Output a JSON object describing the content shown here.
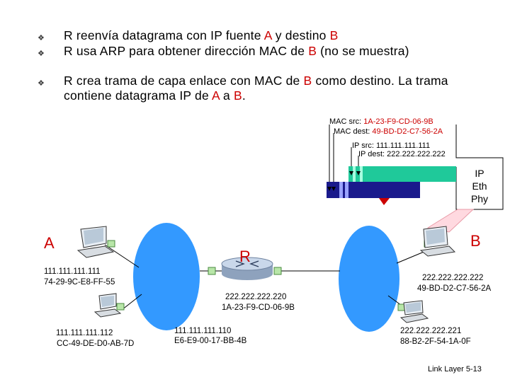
{
  "bullets": [
    {
      "icon": "diamond-bullet-icon",
      "parts": [
        "R reenvía datagrama con IP fuente ",
        "A",
        " y destino ",
        "B"
      ]
    },
    {
      "icon": "diamond-bullet-icon",
      "parts": [
        "R usa ARP para obtener dirección MAC de ",
        "B",
        " (no se muestra)"
      ]
    },
    {
      "icon": "diamond-bullet-icon",
      "parts": [
        "R crea trama de capa enlace con MAC de ",
        "B",
        " como destino. La trama contiene datagrama IP de ",
        "A",
        " a ",
        "B",
        "."
      ]
    }
  ],
  "frame_headers": {
    "mac_src_label": "MAC src: ",
    "mac_src_value": "1A-23-F9-CD-06-9B",
    "mac_dest_label": "MAC dest: ",
    "mac_dest_value": "49-BD-D2-C7-56-2A",
    "ip_src": "IP src: 111.111.111.111",
    "ip_dest": "IP dest: 222.222.222.222"
  },
  "protocol_stack": [
    "IP",
    "Eth",
    "Phy"
  ],
  "nodes": {
    "A": {
      "name": "A",
      "ip": "111.111.111.111",
      "mac": "74-29-9C-E8-FF-55"
    },
    "R": {
      "name": "R"
    },
    "B": {
      "name": "B",
      "ip": "222.222.222.222",
      "mac": "49-BD-D2-C7-56-2A"
    },
    "host_left": {
      "ip": "111.111.111.112",
      "mac": "CC-49-DE-D0-AB-7D"
    },
    "router_left": {
      "ip": "111.111.111.110",
      "mac": "E6-E9-00-17-BB-4B"
    },
    "router_right": {
      "ip": "222.222.222.220",
      "mac": "1A-23-F9-CD-06-9B"
    },
    "host_right": {
      "ip": "222.222.222.221",
      "mac": "88-B2-2F-54-1A-0F"
    }
  },
  "colors": {
    "accent_red": "#cc0000",
    "datagram_green": "#1fc99a",
    "frame_blue": "#1a1a8c",
    "network_blue": "#3399ff",
    "interface_green": "#b8e6a8"
  },
  "footer": {
    "label": "Link Layer",
    "page": "5-13"
  }
}
